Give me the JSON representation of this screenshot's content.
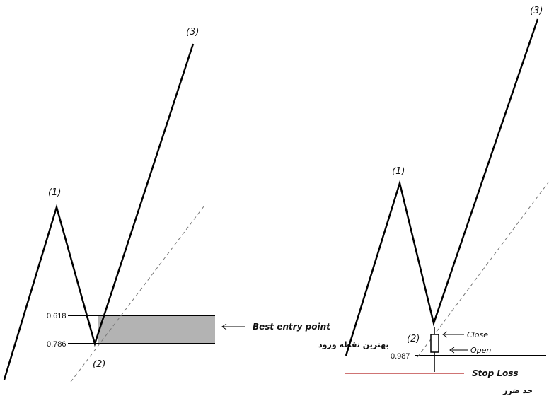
{
  "left_panel": {
    "points": {
      "p1": "(1)",
      "p2": "(2)",
      "p3": "(3)"
    },
    "levels": {
      "upper": "0.618",
      "lower": "0.786"
    },
    "entry_label": "Best entry point",
    "entry_label_fa": "بهترین نقطه ورود",
    "zone_color": "#b3b3b3"
  },
  "right_panel": {
    "points": {
      "p1": "(1)",
      "p2": "(2)",
      "p3": "(3)"
    },
    "level": "0.987",
    "candle_labels": {
      "close": "Close",
      "open": "Open"
    },
    "stop_loss_label": "Stop Loss",
    "stop_loss_label_fa": "حد ضرر",
    "stop_loss_color": "#b22222"
  },
  "colors": {
    "line": "#000000",
    "dashed": "#777777"
  }
}
